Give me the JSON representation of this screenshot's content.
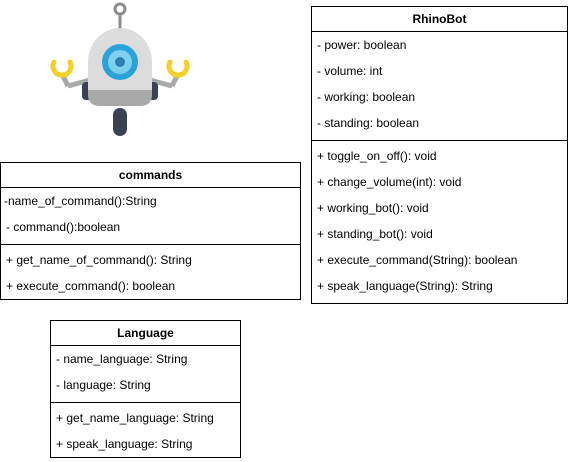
{
  "classes": {
    "rhinobot": {
      "name": "RhinoBot",
      "attributes": [
        "- power: boolean",
        "- volume: int",
        "- working: boolean",
        "- standing: boolean"
      ],
      "methods": [
        "+ toggle_on_off(): void",
        "+ change_volume(int): void",
        "+ working_bot(): void",
        "+ standing_bot(): void",
        "+ execute_command(String): boolean",
        "+ speak_language(String): String"
      ]
    },
    "commands": {
      "name": "commands",
      "attributes": [
        "-name_of_command():String",
        "- command():boolean"
      ],
      "methods": [
        "+ get_name_of_command(): String",
        "+ execute_command(): boolean"
      ]
    },
    "language": {
      "name": "Language",
      "attributes": [
        "- name_language: String",
        "- language: String"
      ],
      "methods": [
        "+ get_name_language: String",
        "+ speak_language: String"
      ]
    }
  },
  "robot_illustration": {
    "icon": "robot-icon",
    "colors": {
      "body": "#dcdcdc",
      "body_shadow": "#a9a9a9",
      "eye_outer": "#2aa3d8",
      "eye_inner": "#7fd0ee",
      "dark": "#3a4150",
      "hands": "#f3cf27"
    }
  }
}
